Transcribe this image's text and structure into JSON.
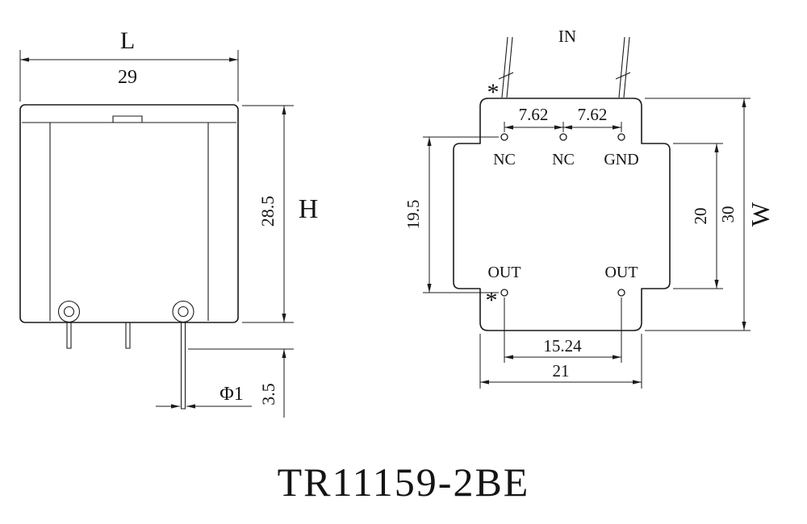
{
  "title": "TR11159-2BE",
  "front_view": {
    "dim_length_letter": "L",
    "dim_length_value": "29",
    "dim_height_value": "28.5",
    "dim_height_letter": "H",
    "dim_pin_length": "3.5",
    "dim_pin_diameter": "Φ1"
  },
  "pin_view": {
    "input_label": "IN",
    "pin1_marker_top": "*",
    "pin1_marker_bottom": "*",
    "dim_pitch_left": "7.62",
    "dim_pitch_right": "7.62",
    "top_pins": [
      "NC",
      "NC",
      "GND"
    ],
    "bottom_pins": [
      "OUT",
      "OUT"
    ],
    "dim_pin_rows": "19.5",
    "dim_tab_height": "20",
    "dim_body_height": "30",
    "dim_width_letter": "W",
    "dim_out_pitch": "15.24",
    "dim_body_width": "21"
  }
}
